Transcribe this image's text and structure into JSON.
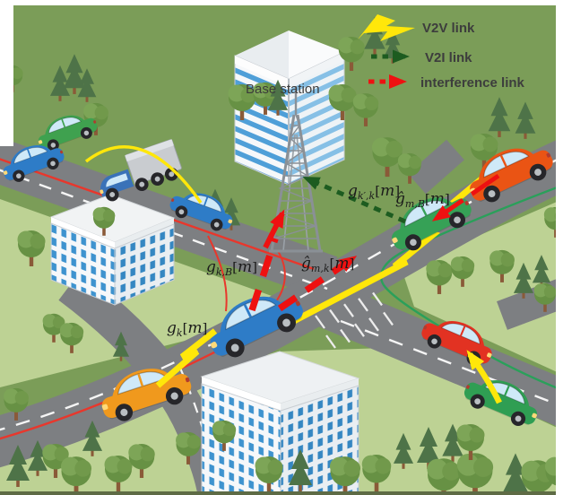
{
  "figure": {
    "type": "isometric-city-v2x-scenario",
    "base_station_label": "Base station"
  },
  "legend": {
    "items": [
      {
        "name": "v2v",
        "icon": "lightning-bolt",
        "label": "V2V link",
        "color": "#ffe70a"
      },
      {
        "name": "v2i",
        "icon": "green-dashed-arrow",
        "label": "V2I link",
        "color": "#1d5c20"
      },
      {
        "name": "interference",
        "icon": "red-dashed-arrow",
        "label": "interference link",
        "color": "#ee1111"
      }
    ]
  },
  "channel_labels": {
    "g_kprime_k": {
      "base": "g",
      "sub": "k′,k",
      "open": "[",
      "arg": "m",
      "close": "]"
    },
    "ghat_m_B": {
      "base": "ĝ",
      "sub": "m,B",
      "open": "[",
      "arg": "m",
      "close": "]"
    },
    "g_k_B": {
      "base": "g",
      "sub": "k,B",
      "open": "[",
      "arg": "m",
      "close": "]"
    },
    "ghat_m_k": {
      "base": "ĝ",
      "sub": "m,k",
      "open": "[",
      "arg": "m",
      "close": "]"
    },
    "g_k": {
      "base": "g",
      "sub": "k",
      "open": "[",
      "arg": "m",
      "close": "]"
    }
  },
  "colors": {
    "grass_dark": "#7b9d58",
    "grass_light": "#bdd294",
    "road": "#7d7f82",
    "lane_red": "#e8372c",
    "lane_green": "#2aa05a",
    "v2v_yellow": "#ffe70a",
    "v2i_green": "#1d5c20",
    "interference_red": "#ee1111",
    "car_blue": "#2e7cc7",
    "car_green": "#36a156",
    "car_orange": "#f0991d",
    "car_orange_red": "#ea5414",
    "car_red": "#e23222",
    "building_window_blue": "#3e93cf"
  }
}
